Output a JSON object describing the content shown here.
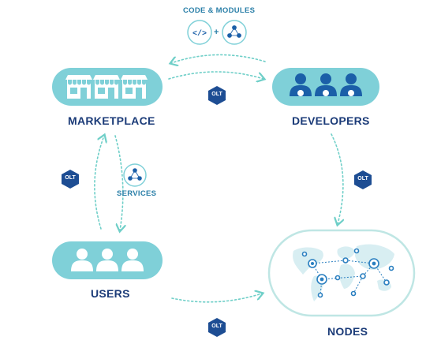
{
  "labels": {
    "code_modules": "CODE & MODULES",
    "plus": "+",
    "marketplace": "MARKETPLACE",
    "developers": "DEVELOPERS",
    "services": "SERVICES",
    "users": "USERS",
    "nodes": "NODES"
  },
  "badges": {
    "top": "OLT",
    "right": "OLT",
    "left": "OLT",
    "bottom": "OLT"
  },
  "colors": {
    "pill_fill": "#7fd0d8",
    "pill_icon": "#ffffff",
    "dev_icon": "#1b5fa8",
    "badge_fill": "#1d4d93",
    "arrow": "#6fcfc8",
    "label_dark": "#1b3b78",
    "label_light": "#2a7fa8"
  },
  "icons": {
    "marketplace": "storefront-icon",
    "developers": "developer-person-icon",
    "users": "user-person-icon",
    "nodes": "world-map-network-icon",
    "code": "code-brackets-icon",
    "modules": "module-network-icon",
    "services": "service-network-icon"
  }
}
